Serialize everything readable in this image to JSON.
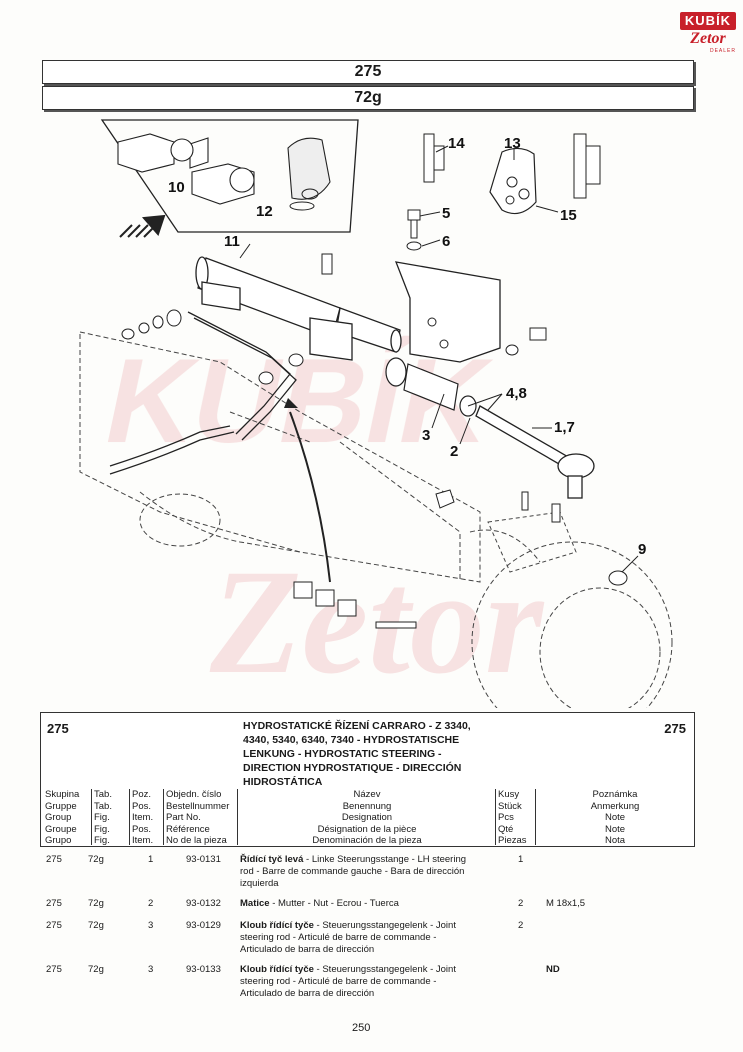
{
  "brand": {
    "kubik": "KUBÍK",
    "zetor": "Zetor",
    "dealer": "DEALER",
    "accent_color": "#c8202a"
  },
  "header": {
    "group": "275",
    "figure": "72g"
  },
  "diagram": {
    "callouts": [
      "14",
      "13",
      "15",
      "5",
      "6",
      "10",
      "12",
      "11",
      "4,8",
      "1,7",
      "3",
      "2",
      "9"
    ]
  },
  "title_block": {
    "number_left": "275",
    "number_right": "275",
    "title_lines": [
      "HYDROSTATICKÉ ŘÍZENÍ CARRARO - Z 3340,",
      "4340, 5340, 6340, 7340 - HYDROSTATISCHE",
      "LENKUNG - HYDROSTATIC STEERING -",
      "DIRECTION HYDROSTATIQUE - DIRECCIÓN",
      "HIDROSTÁTICA"
    ]
  },
  "columns": {
    "skupina": [
      "Skupina",
      "Gruppe",
      "Group",
      "Groupe",
      "Grupo"
    ],
    "tab": [
      "Tab.",
      "Tab.",
      "Fig.",
      "Fig.",
      "Fig."
    ],
    "poz": [
      "Poz.",
      "Pos.",
      "Item.",
      "Pos.",
      "Item."
    ],
    "objedn": [
      "Objedn. číslo",
      "Bestellnummer",
      "Part No.",
      "Référence",
      "No de la pieza"
    ],
    "nazev": [
      "Název",
      "Benennung",
      "Designation",
      "Désignation de la pièce",
      "Denominación de la pieza"
    ],
    "kusy": [
      "Kusy",
      "Stück",
      "Pcs",
      "Qté",
      "Piezas"
    ],
    "poznamka": [
      "Poznámka",
      "Anmerkung",
      "Note",
      "Note",
      "Nota"
    ]
  },
  "rows": [
    {
      "skupina": "275",
      "tab": "72g",
      "poz": "1",
      "part_no": "93-0131",
      "name_bold": "Řídící tyč levá",
      "name_lines": [
        " - Linke Steerungsstange - LH steering",
        "rod - Barre de commande gauche - Bara de dirección",
        "izquierda"
      ],
      "kusy": "1",
      "poznamka": ""
    },
    {
      "skupina": "275",
      "tab": "72g",
      "poz": "2",
      "part_no": "93-0132",
      "name_bold": "Matice",
      "name_lines": [
        " - Mutter - Nut - Ecrou - Tuerca"
      ],
      "kusy": "2",
      "poznamka": "M 18x1,5"
    },
    {
      "skupina": "275",
      "tab": "72g",
      "poz": "3",
      "part_no": "93-0129",
      "name_bold": "Kloub řídící tyče",
      "name_lines": [
        " - Steuerungsstangegelenk - Joint",
        "steering rod - Articulé de barre de commande -",
        "Articulado de barra de dirección"
      ],
      "kusy": "2",
      "poznamka": ""
    },
    {
      "skupina": "275",
      "tab": "72g",
      "poz": "3",
      "part_no": "93-0133",
      "name_bold": "Kloub řídící tyče",
      "name_lines": [
        " - Steuerungsstangegelenk - Joint",
        "steering rod - Articulé de barre de commande -",
        "Articulado de barra de dirección"
      ],
      "kusy": "",
      "poznamka": "ND"
    }
  ],
  "footer": {
    "page_number": "250"
  }
}
